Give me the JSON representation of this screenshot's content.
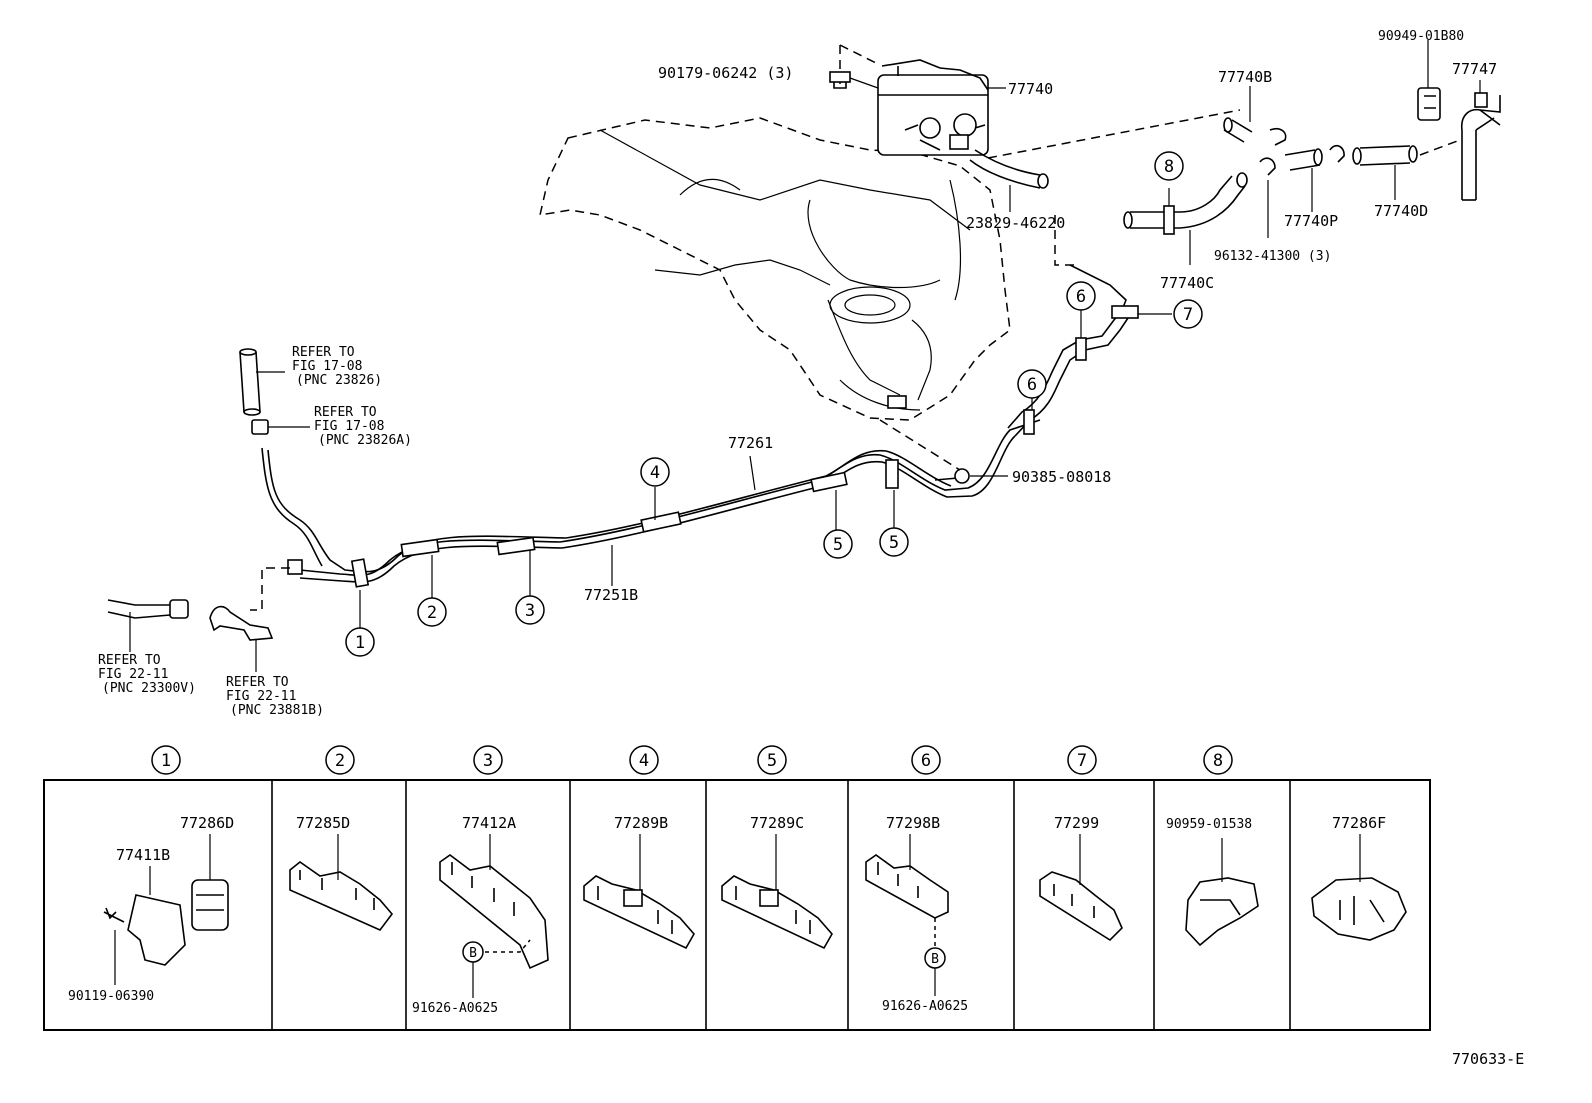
{
  "diagram": {
    "figure_code": "770633-E",
    "part_labels": {
      "p90179": "90179-06242 (3)",
      "p77740": "77740",
      "p23829": "23829-46220",
      "p77740B": "77740B",
      "p90949": "90949-01B80",
      "p77747": "77747",
      "p77740P": "77740P",
      "p77740D": "77740D",
      "p96132": "96132-41300 (3)",
      "p77740C": "77740C",
      "p77261": "77261",
      "p77251B": "77251B",
      "p90385": "90385-08018"
    },
    "refer_notes": {
      "r1": [
        "REFER TO",
        "FIG 17-08",
        "(PNC 23826)"
      ],
      "r2": [
        "REFER TO",
        "FIG 17-08",
        "(PNC 23826A)"
      ],
      "r3": [
        "REFER TO",
        "FIG 22-11",
        "(PNC 23300V)"
      ],
      "r4": [
        "REFER TO",
        "FIG 22-11",
        "(PNC 23881B)"
      ]
    },
    "callout_numbers": [
      "1",
      "2",
      "3",
      "4",
      "5",
      "6",
      "7",
      "8"
    ],
    "circled_letter": "B",
    "table": {
      "cells": [
        {
          "num": "1",
          "parts": [
            "77286D",
            "77411B",
            "90119-06390"
          ]
        },
        {
          "num": "2",
          "parts": [
            "77285D"
          ]
        },
        {
          "num": "3",
          "parts": [
            "77412A",
            "91626-A0625"
          ]
        },
        {
          "num": "4",
          "parts": [
            "77289B"
          ]
        },
        {
          "num": "5",
          "parts": [
            "77289C"
          ]
        },
        {
          "num": "6",
          "parts": [
            "77298B",
            "91626-A0625"
          ]
        },
        {
          "num": "7",
          "parts": [
            "77299"
          ]
        },
        {
          "num": "8",
          "parts": [
            "90959-01538"
          ]
        },
        {
          "num": "",
          "parts": [
            "77286F"
          ]
        }
      ]
    }
  }
}
